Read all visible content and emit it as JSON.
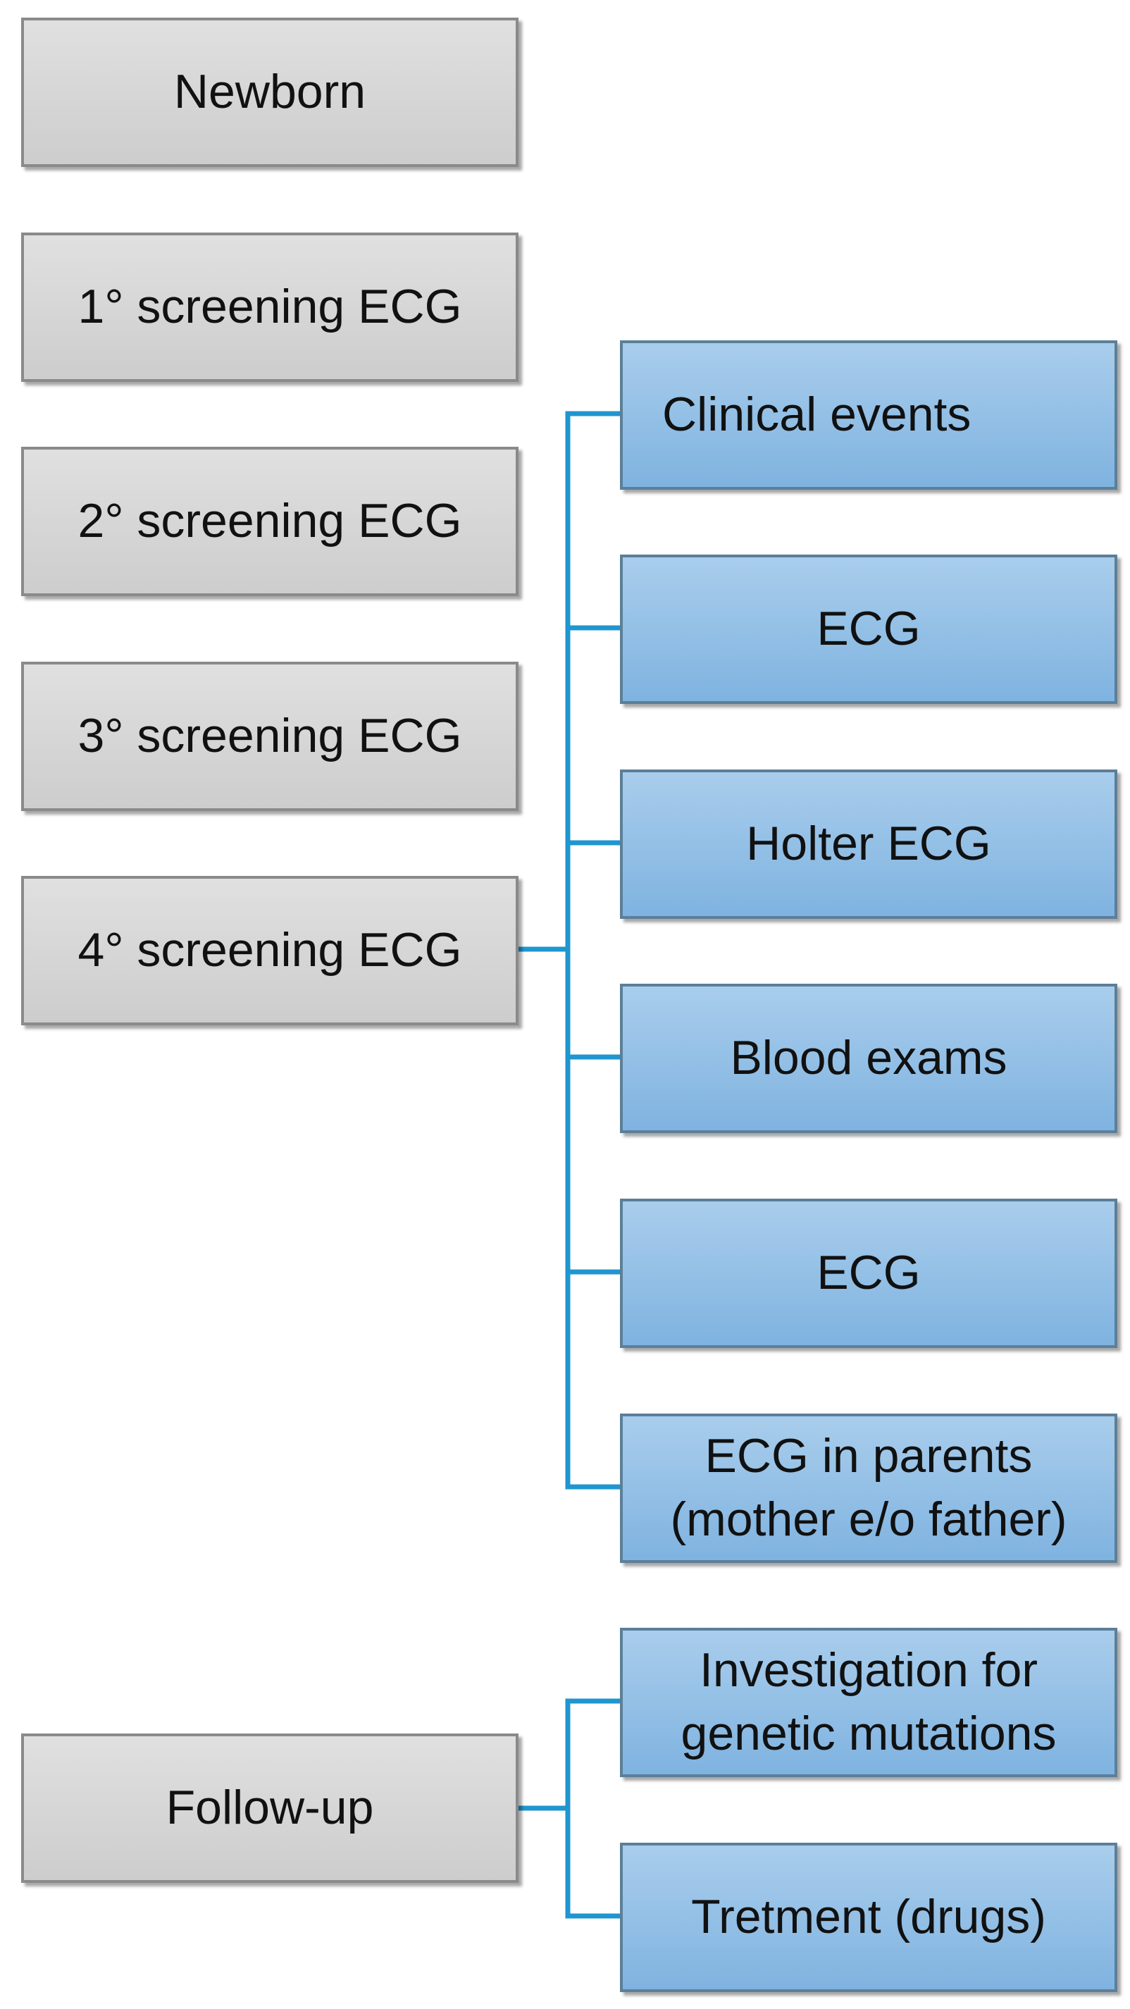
{
  "colors": {
    "gray_fill_top": "#e0e0e0",
    "gray_fill_bottom": "#cdcdcd",
    "gray_border": "#8a8a8a",
    "blue_fill_top": "#a9cdec",
    "blue_fill_bottom": "#7fb3e0",
    "blue_border": "#5c7f99",
    "connector": "#1f96cf"
  },
  "stages": [
    {
      "label": "Newborn"
    },
    {
      "label": "1° screening ECG"
    },
    {
      "label": "2° screening ECG"
    },
    {
      "label": "3° screening ECG"
    },
    {
      "label": "4° screening ECG"
    },
    {
      "label": "Follow-up"
    }
  ],
  "screening_details": [
    {
      "label": "Clinical events"
    },
    {
      "label": "ECG"
    },
    {
      "label": "Holter ECG"
    },
    {
      "label": "Blood exams"
    },
    {
      "label": "ECG"
    },
    {
      "label": "ECG in parents\n(mother e/o father)"
    }
  ],
  "followup_details": [
    {
      "label": "Investigation for\ngenetic mutations"
    },
    {
      "label": "Tretment (drugs)"
    }
  ]
}
